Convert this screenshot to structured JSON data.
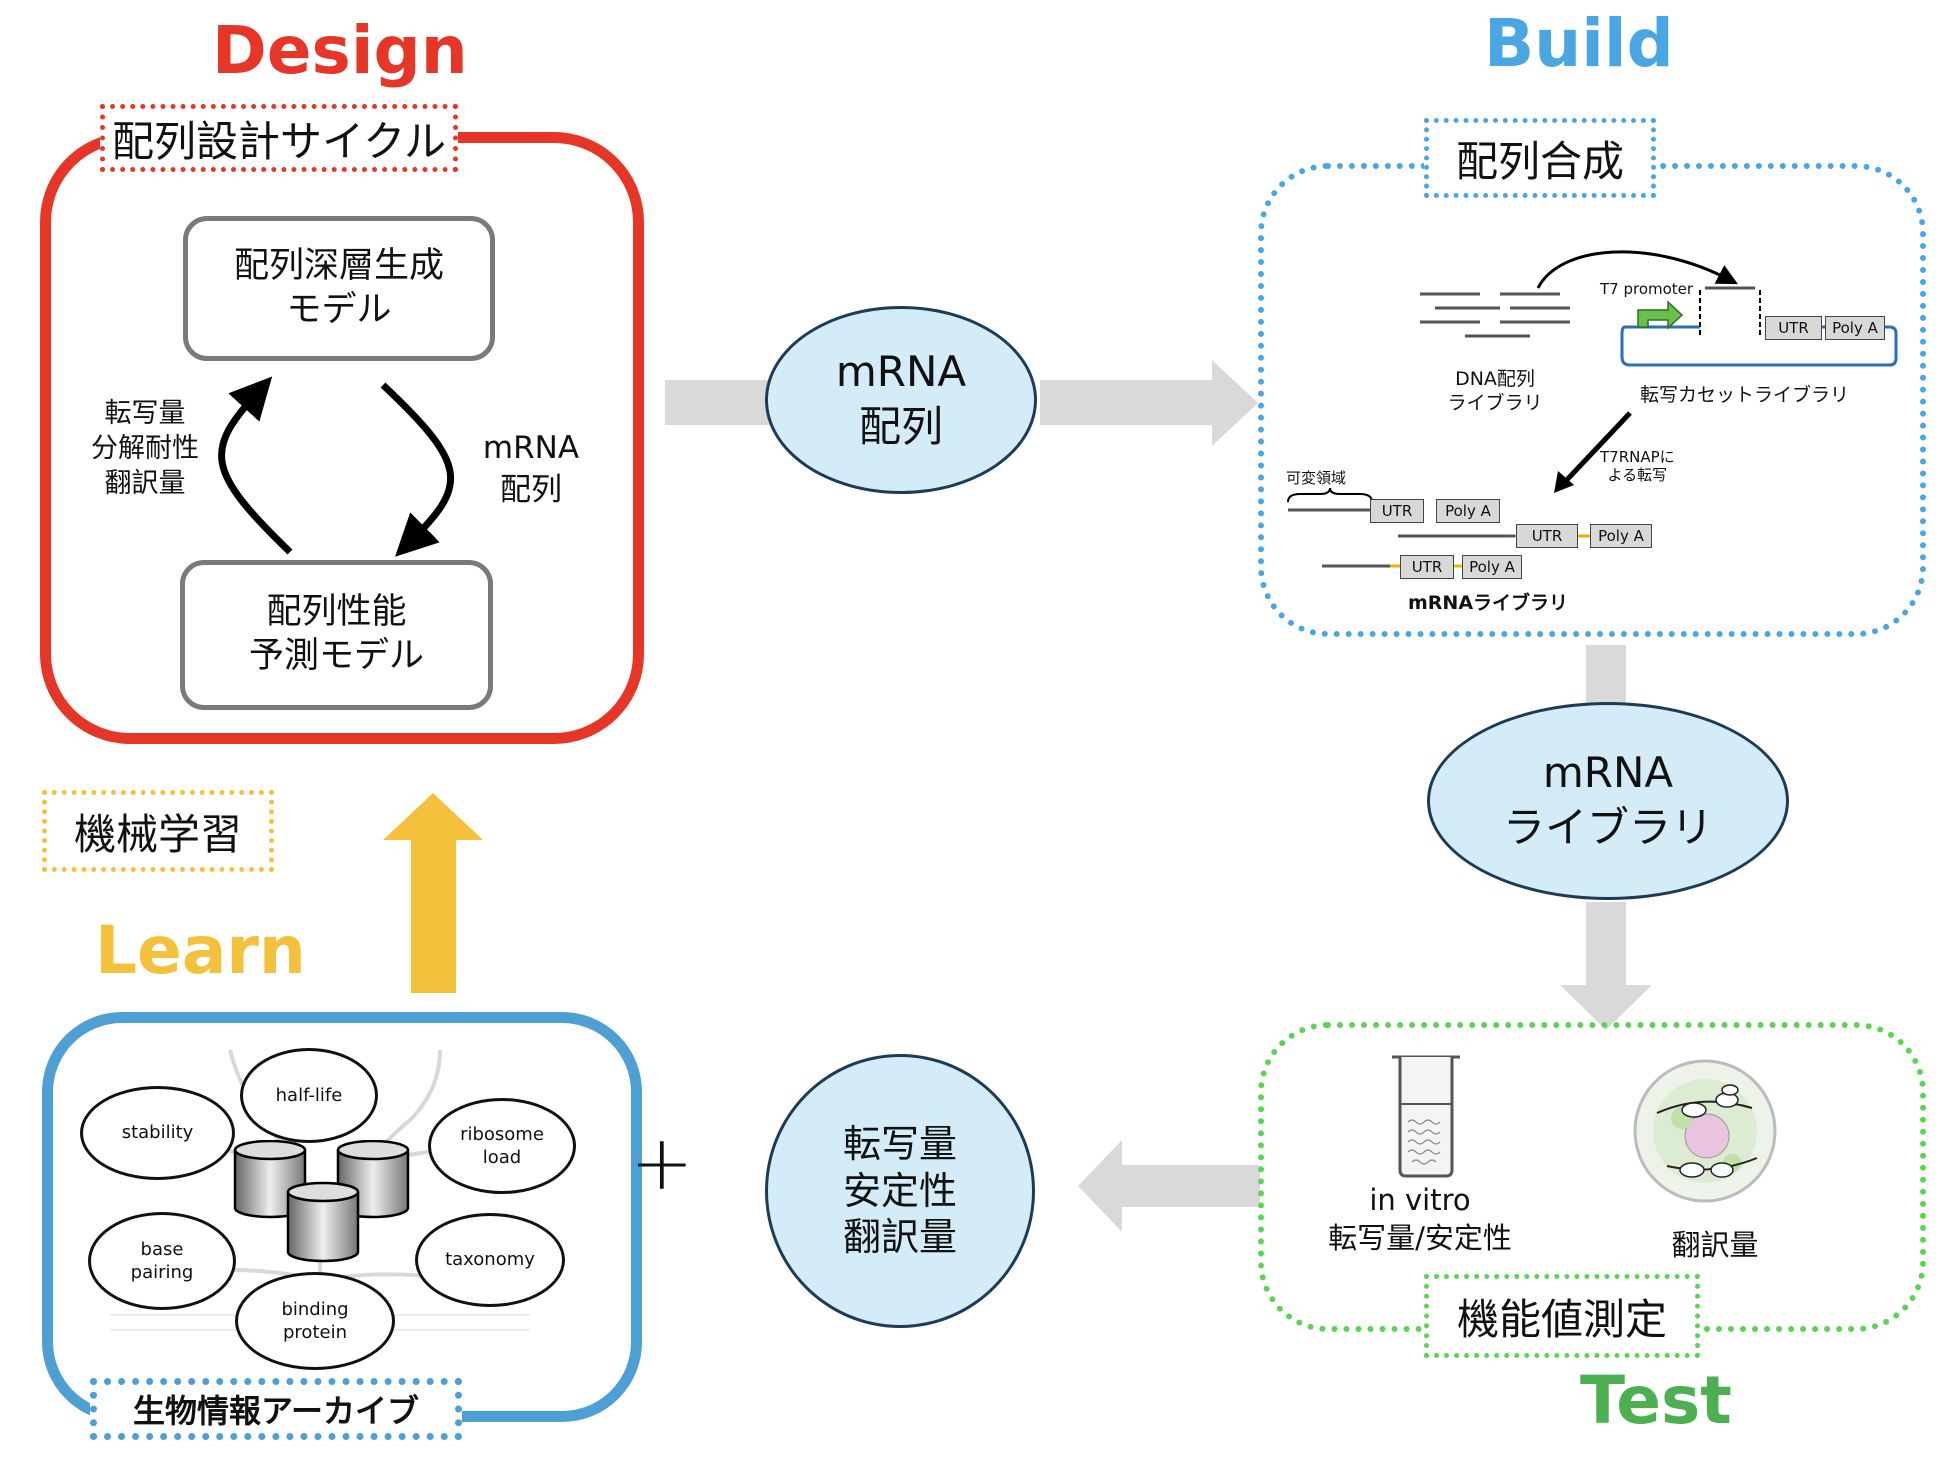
{
  "design": {
    "title": "Design",
    "color": "#e63628",
    "tag": "配列設計サイクル",
    "gen_model": [
      "配列深層生成",
      "モデル"
    ],
    "pred_model": [
      "配列性能",
      "予測モデル"
    ],
    "left_label": [
      "転写量",
      "分解耐性",
      "翻訳量"
    ],
    "right_label": [
      "mRNA",
      "配列"
    ]
  },
  "build": {
    "title": "Build",
    "color": "#4aa6e2",
    "tag": "配列合成",
    "dna_lib": [
      "DNA配列",
      "ライブラリ"
    ],
    "t7_promoter": "T7 promoter",
    "utr": "UTR",
    "poly_a": "Poly A",
    "cassette": "転写カセットライブラリ",
    "t7rnap": [
      "T7RNAPに",
      "よる転写"
    ],
    "variable_region": "可変領域",
    "mrna_lib_label": "mRNAライブラリ"
  },
  "flow": {
    "mrna_seq": [
      "mRNA",
      "配列"
    ],
    "mrna_lib": [
      "mRNA",
      "ライブラリ"
    ],
    "readouts": [
      "転写量",
      "安定性",
      "翻訳量"
    ],
    "arrow_color": "#d9d9d9",
    "ellipse_fill": "#d3ecf8"
  },
  "test": {
    "title": "Test",
    "color": "#5bd452",
    "title_color": "#4caf50",
    "tag": "機能値測定",
    "invitro": [
      "in vitro",
      "転写量/安定性"
    ],
    "translation": "翻訳量"
  },
  "learn": {
    "title": "Learn",
    "color": "#f3c13b",
    "tag": "機械学習",
    "archive_tag": "生物情報アーカイブ",
    "archive_color": "#4d9fd4",
    "plus": "+",
    "ovals": [
      "half-life",
      "stability",
      "ribosome load",
      "base pairing",
      "taxonomy",
      "binding protein"
    ]
  }
}
